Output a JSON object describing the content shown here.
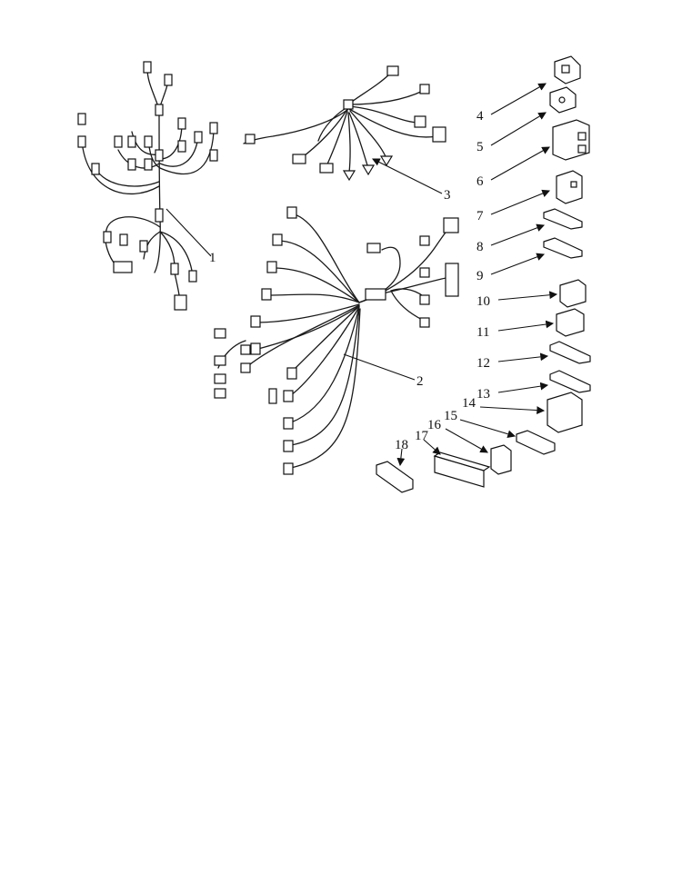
{
  "diagram": {
    "type": "exploded parts diagram — wiring harnesses and connectors",
    "callouts": [
      "1",
      "2",
      "3",
      "4",
      "5",
      "6",
      "7",
      "8",
      "9",
      "10",
      "11",
      "12",
      "13",
      "14",
      "15",
      "16",
      "17",
      "18"
    ]
  }
}
